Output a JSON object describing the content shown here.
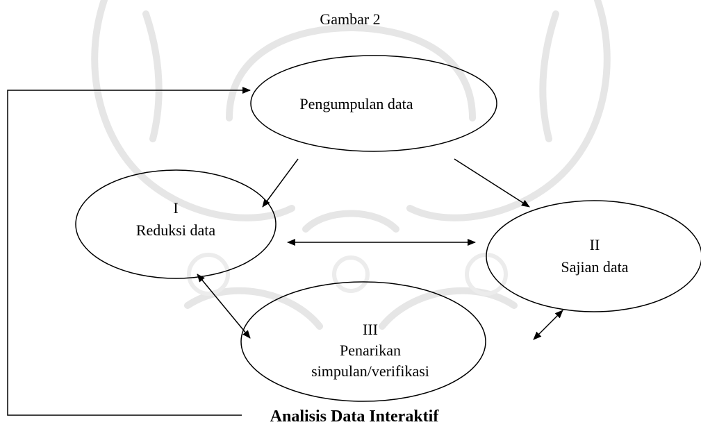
{
  "figure_label": "Gambar 2",
  "caption": "Analisis Data Interaktif",
  "nodes": {
    "collect": {
      "label": "Pengumpulan data"
    },
    "reduce": {
      "number": "I",
      "label": "Reduksi data"
    },
    "display": {
      "number": "II",
      "label": "Sajian data"
    },
    "verify": {
      "number": "III",
      "line1": "Penarikan",
      "line2": "simpulan/verifikasi"
    }
  },
  "colors": {
    "ink": "#000000",
    "watermark": "#e6e6e6",
    "background": "#ffffff"
  }
}
